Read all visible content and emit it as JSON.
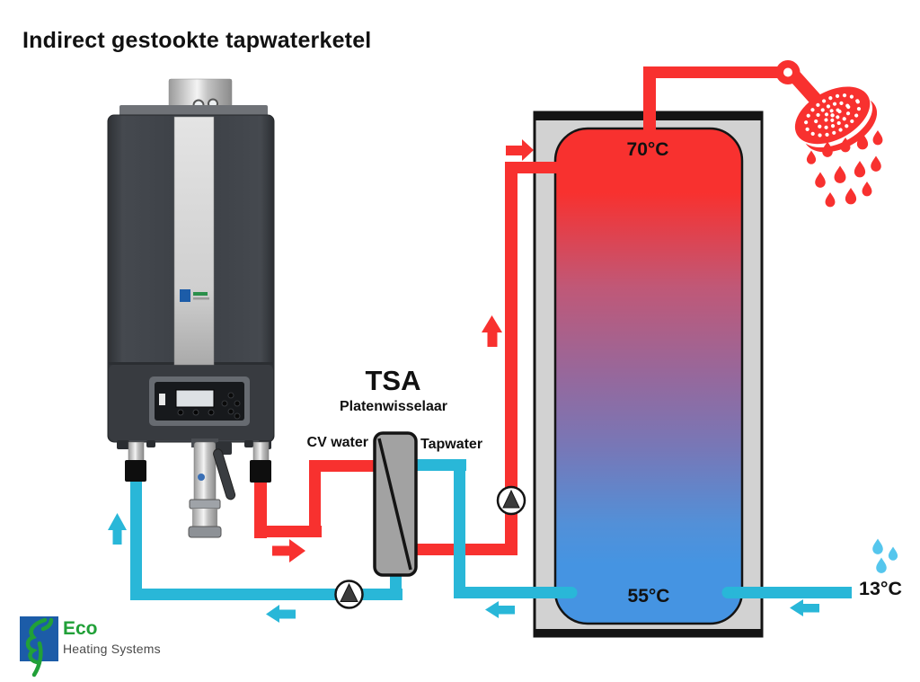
{
  "title": "Indirect gestookte tapwaterketel",
  "heat_exchanger": {
    "name": "TSA",
    "type_label": "Platenwisselaar",
    "primary_side_label": "CV water",
    "secondary_side_label": "Tapwater"
  },
  "tank": {
    "top_temperature": "70°C",
    "bottom_temperature": "55°C"
  },
  "cold_water_inlet": {
    "temperature": "13°C"
  },
  "logo": {
    "brand": "Eco",
    "tagline": "Heating Systems"
  },
  "icons": {
    "pump": "circle-with-up-triangle",
    "shower": "shower-head-with-drops",
    "cold_inlet": "water-drops",
    "flow": "direction-arrows"
  },
  "colors": {
    "hot": "#f8312f",
    "cold": "#29b7d8",
    "drop_blue": "#55c6ed",
    "tank_top": "#f8312f",
    "tank_mid": "#96689c",
    "tank_bottom": "#4594e2",
    "casing": "#d2d2d2",
    "exchanger_fill": "#a2a2a2",
    "logo_blue": "#1c5ca8",
    "logo_green": "#21a038",
    "text": "#111111"
  }
}
